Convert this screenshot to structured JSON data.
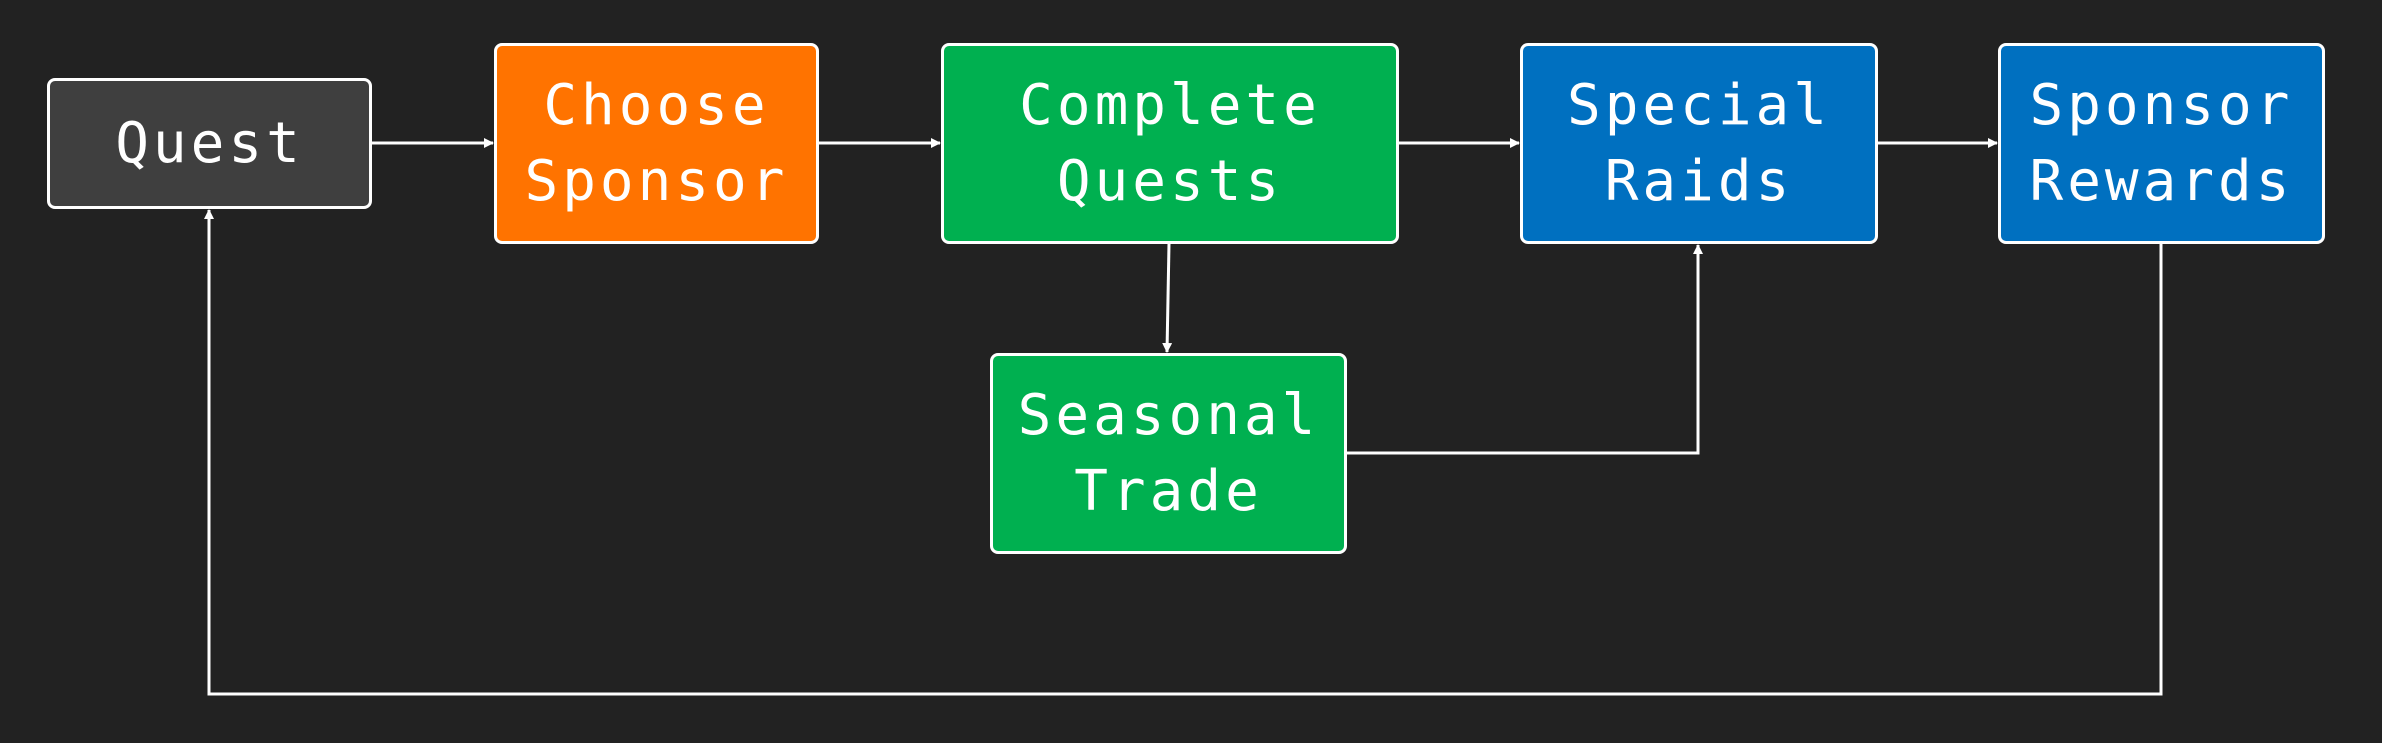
{
  "diagram": {
    "nodes": {
      "quest": {
        "lines": [
          "Quest"
        ],
        "color": "#3f3f3f"
      },
      "choose": {
        "lines": [
          "Choose",
          "Sponsor"
        ],
        "color": "#ff7300"
      },
      "complete": {
        "lines": [
          "Complete",
          "Quests"
        ],
        "color": "#00b050"
      },
      "raids": {
        "lines": [
          "Special",
          "Raids"
        ],
        "color": "#0070c0"
      },
      "rewards": {
        "lines": [
          "Sponsor",
          "Rewards"
        ],
        "color": "#0070c0"
      },
      "trade": {
        "lines": [
          "Seasonal",
          "Trade"
        ],
        "color": "#00b050"
      }
    },
    "edges": [
      {
        "from": "quest",
        "to": "choose"
      },
      {
        "from": "choose",
        "to": "complete"
      },
      {
        "from": "complete",
        "to": "raids"
      },
      {
        "from": "raids",
        "to": "rewards"
      },
      {
        "from": "complete",
        "to": "trade"
      },
      {
        "from": "trade",
        "to": "raids"
      },
      {
        "from": "rewards",
        "to": "quest"
      }
    ],
    "colors": {
      "background": "#222222",
      "line": "#ffffff",
      "node_border": "#ffffff",
      "text": "#ffffff"
    }
  }
}
